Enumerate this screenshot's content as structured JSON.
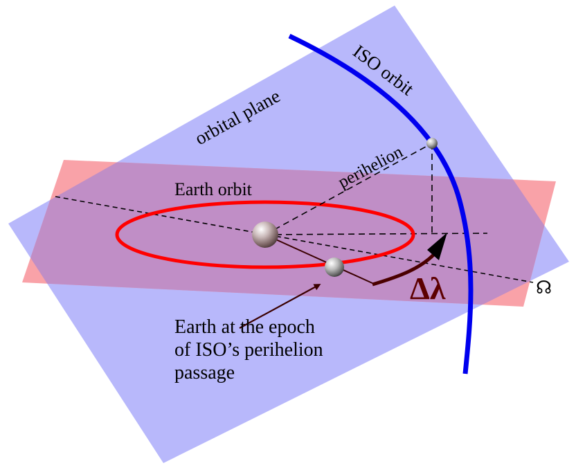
{
  "labels": {
    "orbital_plane": "orbital plane",
    "iso_orbit": "ISO orbit",
    "perihelion": "perihelion",
    "earth_orbit": "Earth orbit",
    "node_symbol": "☊",
    "delta_lambda": "Δλ"
  },
  "caption": {
    "lines": [
      "Earth at the epoch",
      "of ISO’s perihelion",
      "passage"
    ]
  },
  "colors": {
    "orbital_plane_fill": "#b8b8fb",
    "ecliptic_plane_fill": "#f9a2a8",
    "overlap_fill": "#c08ec6",
    "earth_orbit": "#ff0000",
    "iso_orbit": "#0000ee",
    "delta_lambda_arrow": "#4a0000",
    "delta_lambda_text": "#5c0000",
    "earth_arrow": "#3a0000"
  }
}
